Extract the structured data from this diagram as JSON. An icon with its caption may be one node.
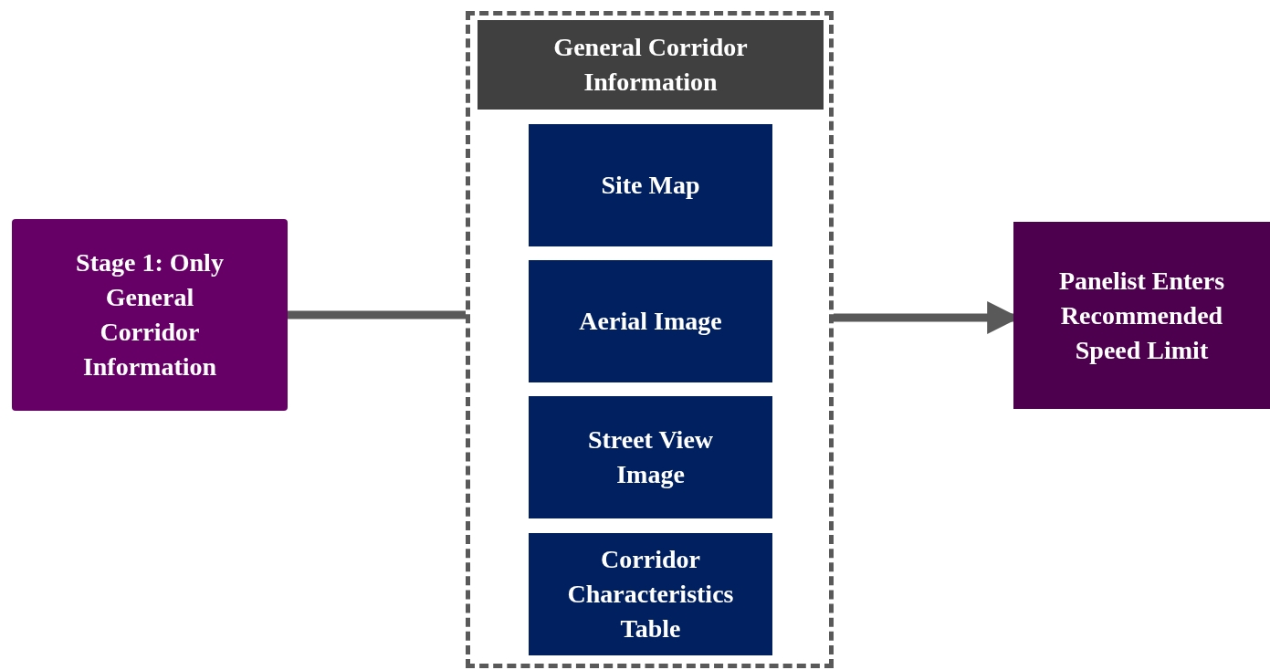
{
  "diagram": {
    "nodes": [
      {
        "text": [
          "Stage 1: Only General Corridor Information"
        ]
      },
      {
        "text": [],
        "shape": "box"
      },
      {
        "text": [
          "General Corridor Information"
        ],
        "in": 1
      },
      {
        "text": [
          "Site Map"
        ],
        "in": 1
      },
      {
        "text": [
          "Aerial Image"
        ],
        "in": 1
      },
      {
        "text": [
          "Street View Image"
        ],
        "in": 1
      },
      {
        "text": [
          "Corridor Characteristics Table"
        ],
        "in": 1
      },
      {
        "text": [
          "Panelist Enters Recommended Speed Limit"
        ]
      }
    ],
    "edges": [
      {
        "from": 0,
        "to": 1,
        "arrow": "none"
      },
      {
        "from": 1,
        "to": 7,
        "arrow": "to"
      }
    ]
  }
}
